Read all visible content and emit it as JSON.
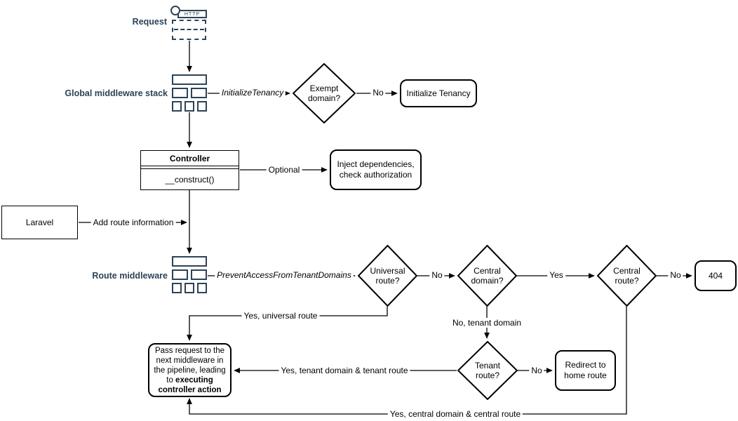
{
  "colors": {
    "accent_navy": "#2d4356",
    "shape_stroke": "#000000",
    "background": "#ffffff"
  },
  "nodes": {
    "request": {
      "label": "Request",
      "protocol": "HTTP"
    },
    "global_middleware_stack": {
      "label": "Global middleware stack"
    },
    "exempt_domain": {
      "label": "Exempt domain?"
    },
    "initialize_tenancy": {
      "label": "Initialize Tenancy"
    },
    "controller": {
      "title": "Controller",
      "method": "__construct()"
    },
    "inject_dependencies": {
      "label": "Inject dependencies, check authorization"
    },
    "laravel": {
      "label": "Laravel"
    },
    "route_middleware": {
      "label": "Route middleware"
    },
    "universal_route": {
      "label": "Universal route?"
    },
    "central_domain": {
      "label": "Central domain?"
    },
    "central_route": {
      "label": "Central route?"
    },
    "http_404": {
      "label": "404"
    },
    "tenant_route": {
      "label": "Tenant route?"
    },
    "redirect_home": {
      "label": "Redirect to home route"
    },
    "pass_request": {
      "normal": "Pass request to the next middleware in the pipeline, leading to ",
      "bold": "executing controller action"
    }
  },
  "edge_labels": {
    "initialize_tenancy_middleware": "InitializeTenancy",
    "exempt_no": "No",
    "controller_optional": "Optional",
    "laravel_add_route": "Add route information",
    "prevent_access_middleware": "PreventAccessFromTenantDomains",
    "universal_no": "No",
    "central_domain_yes": "Yes",
    "central_route_no": "No",
    "universal_yes": "Yes, universal route",
    "central_domain_no": "No, tenant domain",
    "tenant_yes": "Yes, tenant domain & tenant route",
    "tenant_no": "No",
    "central_route_yes": "Yes, central domain & central route"
  }
}
